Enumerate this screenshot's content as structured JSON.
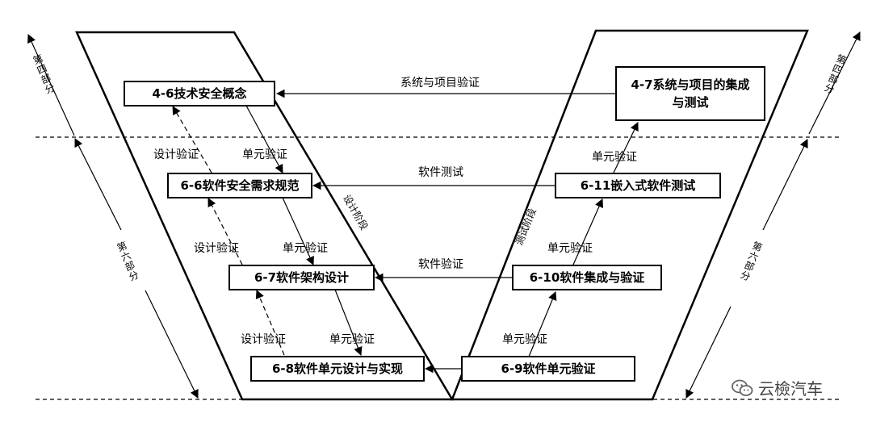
{
  "boxes": {
    "b46": "4-6技术安全概念",
    "b47": "4-7系统与项目的集成与测试",
    "b66": "6-6软件安全需求规范",
    "b611": "6-11嵌入式软件测试",
    "b67": "6-7软件架构设计",
    "b610": "6-10软件集成与验证",
    "b68": "6-8软件单元设计与实现",
    "b69": "6-9软件单元验证"
  },
  "arrows": {
    "sys_verify": "系统与项目验证",
    "sw_test": "软件测试",
    "sw_verify": "软件验证",
    "design_verify": "设计验证",
    "unit_verify": "单元验证"
  },
  "phases": {
    "design": "设计阶段",
    "test": "测试阶段"
  },
  "parts": {
    "part4": "第四部分",
    "part6": "第六部分"
  },
  "watermark": "云檢汽车"
}
